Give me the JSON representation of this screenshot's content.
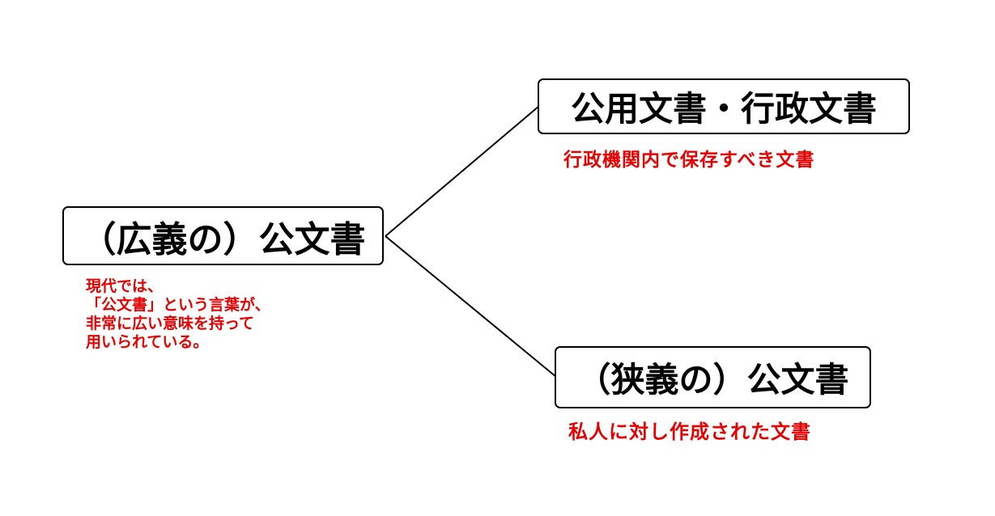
{
  "diagram": {
    "root": {
      "label": "（広義の）公文書",
      "note_lines": [
        "現代では、",
        "「公文書」という言葉が、",
        "非常に広い意味を持って",
        "用いられている。"
      ]
    },
    "branches": [
      {
        "label": "公用文書・行政文書",
        "note": "行政機関内で保存すべき文書"
      },
      {
        "label": "（狭義の）公文書",
        "note": "私人に対し作成された文書"
      }
    ],
    "colors": {
      "box_border": "#000000",
      "label_text": "#000000",
      "note_text": "#e60000",
      "connector": "#000000",
      "background": "#ffffff"
    }
  }
}
